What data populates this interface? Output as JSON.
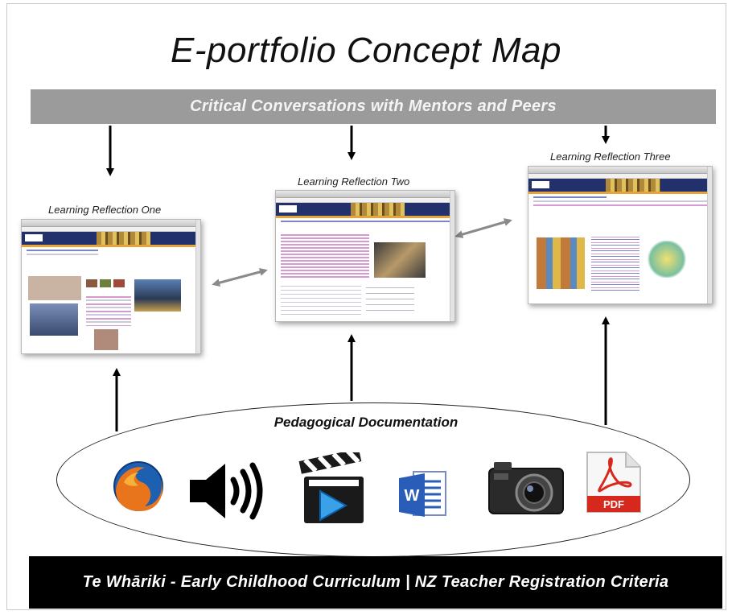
{
  "title": "E-portfolio Concept Map",
  "top_banner": "Critical Conversations with Mentors and Peers",
  "reflections": [
    {
      "label": "Learning Reflection One"
    },
    {
      "label": "Learning Reflection Two"
    },
    {
      "label": "Learning Reflection Three"
    }
  ],
  "documentation": {
    "label": "Pedagogical Documentation",
    "icons": [
      "firefox-icon",
      "speaker-icon",
      "video-clapperboard-icon",
      "word-document-icon",
      "camera-icon",
      "pdf-icon"
    ],
    "pdf_text": "PDF",
    "word_text": "W"
  },
  "bottom_banner": "Te Whāriki - Early Childhood Curriculum | NZ Teacher Registration Criteria",
  "colors": {
    "top_banner_bg": "#9b9b9b",
    "bottom_banner_bg": "#000000",
    "site_header": "#22306b",
    "pdf_red": "#d7281e"
  }
}
